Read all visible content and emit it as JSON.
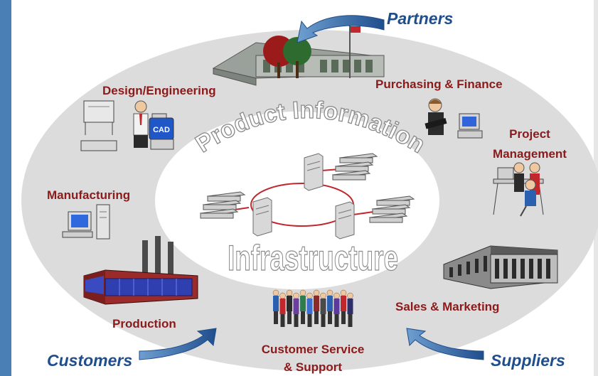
{
  "external": {
    "partners": "Partners",
    "customers": "Customers",
    "suppliers": "Suppliers"
  },
  "departments": {
    "design": "Design/Engineering",
    "purchasing": "Purchasing & Finance",
    "project_1": "Project",
    "project_2": "Management",
    "manufacturing": "Manufacturing",
    "production": "Production",
    "sales": "Sales & Marketing",
    "service_1": "Customer Service",
    "service_2": "& Support"
  },
  "center": {
    "top": "Product Information",
    "bottom": "Infrastructure"
  },
  "cad_label": "CAD",
  "colors": {
    "label": "#8b1a1a",
    "external": "#1f4e8c",
    "ring": "#dcdcdc",
    "arrow": "#2f5f95",
    "left_bar": "#4a7fb5"
  }
}
